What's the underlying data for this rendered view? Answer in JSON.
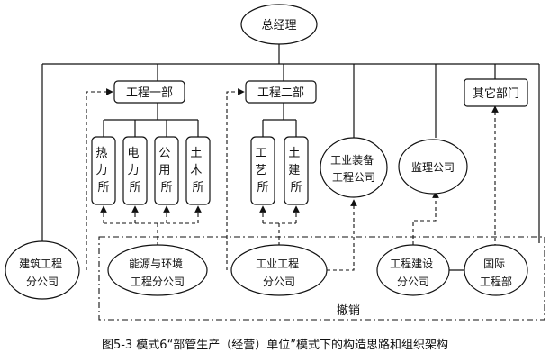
{
  "nodes": {
    "gm": "总经理",
    "eng1": "工程一部",
    "eng2": "工程二部",
    "other": "其它部门",
    "institutes_eng1": [
      [
        "热",
        "力",
        "所"
      ],
      [
        "电",
        "力",
        "所"
      ],
      [
        "公",
        "用",
        "所"
      ],
      [
        "土",
        "木",
        "所"
      ]
    ],
    "institutes_eng2": [
      [
        "工",
        "艺",
        "所"
      ],
      [
        "土",
        "建",
        "所"
      ]
    ],
    "equip": [
      "工业装备",
      "工程公司"
    ],
    "supervision": "监理公司",
    "construction": [
      "建筑工程",
      "分公司"
    ],
    "energy": [
      "能源与环境",
      "工程分公司"
    ],
    "industrial": [
      "工业工程",
      "分公司"
    ],
    "build_co": [
      "工程建设",
      "分公司"
    ],
    "intl": [
      "国际",
      "工程部"
    ]
  },
  "abolish_label": "撤销",
  "caption": "图5-3 模式6“部管生产（经营）单位”模式下的构造思路和组织架构",
  "colors": {
    "line": "#111111",
    "background": "#ffffff"
  }
}
